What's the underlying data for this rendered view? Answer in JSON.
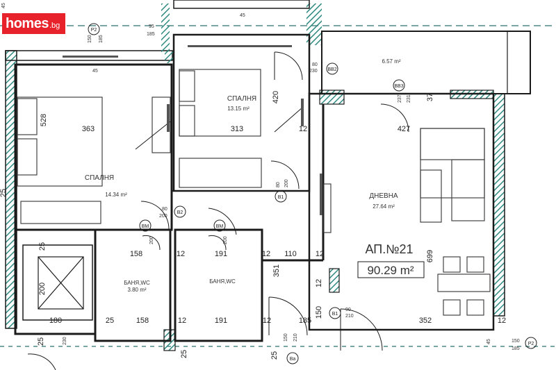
{
  "logo": {
    "main": "homes",
    "tld": ".bg"
  },
  "colors": {
    "wall": "#1a1a1a",
    "teal": "#2e8a80",
    "insulation": "#6b9f99",
    "dash": "#2a6f6f"
  },
  "rooms": {
    "bedroom1": {
      "name": "СПАЛНЯ",
      "area": "14.34 m²"
    },
    "bedroom2": {
      "name": "СПАЛНЯ",
      "area": "13.15 m²"
    },
    "living": {
      "name": "ДНЕВНА",
      "area": "27.64 m²"
    },
    "terrace": {
      "area": "6.57 m²"
    },
    "bath1": {
      "name": "БАНЯ,WC",
      "area": "3.80 m²"
    },
    "bath2": {
      "name": "БАНЯ,WC"
    }
  },
  "apartment": {
    "number": "АП.№21",
    "area": "90.29 m²"
  },
  "dims": {
    "d363": "363",
    "d313": "313",
    "d528": "528",
    "d420": "420",
    "d427": "427",
    "d158a": "158",
    "d191a": "191",
    "d12a": "12",
    "d12b": "12",
    "d12c": "12",
    "d12d": "12",
    "d110": "110",
    "d699": "699",
    "d351": "351",
    "d200": "200",
    "d180": "180",
    "d25a": "25",
    "d25b": "25",
    "d158b": "158",
    "d12e": "12",
    "d191b": "191",
    "d12f": "12",
    "d185": "185",
    "d352": "352",
    "d12g": "12",
    "d150": "150",
    "d12h": "12",
    "d25c": "25",
    "d25d": "25",
    "d25e": "25",
    "d25f": "25",
    "d37": "37"
  },
  "tags": {
    "p2a": "P2",
    "p2b": "P2",
    "bb2": "BB2",
    "bb3": "BB3",
    "b2": "B2",
    "b1": "B1",
    "bm1": "BM",
    "bm2": "BM",
    "ba": "Ba",
    "b1b": "B1"
  },
  "small_dims": {
    "s95": "95",
    "s185a": "185",
    "s150a": "150",
    "s185b": "185",
    "s45a": "45",
    "s45b": "45",
    "s80a": "80",
    "s230a": "230",
    "s80b": "80",
    "s200a": "200",
    "s237": "237",
    "s231": "231",
    "s80c": "80",
    "s200b": "200",
    "s200c": "200",
    "s200d": "200",
    "s90": "90",
    "s210": "210",
    "s150b": "150",
    "s210b": "210",
    "s150c": "150",
    "s185c": "185",
    "s45c": "45",
    "s230b": "230",
    "s45d": "45"
  }
}
